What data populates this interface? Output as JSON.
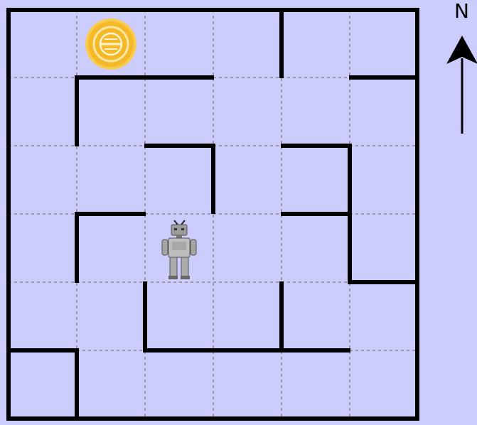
{
  "colors": {
    "background": "#cdcdfd",
    "wall": "#000000",
    "grid": "#8a8a8a",
    "coin": "#f5b829"
  },
  "game": {
    "type": "maze",
    "grid": {
      "cols": 6,
      "rows": 6
    },
    "compass": {
      "label": "N",
      "icon": "north-arrow-icon"
    },
    "robot": {
      "icon": "robot-icon",
      "col": 2,
      "row": 3
    },
    "coin": {
      "icon": "gold-coin-icon",
      "col": 1,
      "row": 0
    }
  }
}
